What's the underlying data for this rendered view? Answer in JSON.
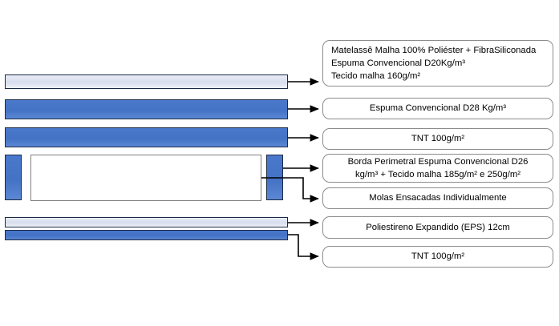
{
  "diagram": {
    "title": "Mattress Layer Composition Diagram",
    "colors": {
      "layer_blue": "#4472c4",
      "layer_light": "#dce1ef",
      "layer_white": "#ffffff",
      "layer_border": "#1b2a45",
      "label_border": "#8c8c8c",
      "connector": "#000000",
      "background": "#ffffff"
    }
  },
  "layers": [
    {
      "id": "quilt",
      "name": "quilt-top-layer",
      "fill": "light"
    },
    {
      "id": "foam_d28",
      "name": "foam-d28-layer",
      "fill": "blue"
    },
    {
      "id": "tnt_top",
      "name": "tnt-top-layer",
      "fill": "blue"
    },
    {
      "id": "border_left",
      "name": "perimeter-border-left",
      "fill": "blue"
    },
    {
      "id": "springs",
      "name": "pocket-springs-core",
      "fill": "white"
    },
    {
      "id": "border_right",
      "name": "perimeter-border-right",
      "fill": "blue"
    },
    {
      "id": "eps",
      "name": "eps-layer",
      "fill": "light"
    },
    {
      "id": "tnt_bottom",
      "name": "tnt-bottom-layer",
      "fill": "blue"
    }
  ],
  "labels": {
    "quilt": {
      "line1": "Matelassê Malha 100% Poliéster + FibraSiliconada",
      "line2": "Espuma Convencional D20Kg/m³",
      "line3": "Tecido malha 160g/m²"
    },
    "foam_d28": {
      "line1": "Espuma Convencional D28 Kg/m³"
    },
    "tnt_top": {
      "line1": "TNT 100g/m²"
    },
    "borda": {
      "line1": "Borda Perimetral Espuma Convencional D26",
      "line2": "kg/m³ + Tecido malha 185g/m² e 250g/m²"
    },
    "molas": {
      "line1": "Molas Ensacadas Individualmente"
    },
    "eps": {
      "line1": "Poliestireno Expandido (EPS) 12cm"
    },
    "tnt_bot": {
      "line1": "TNT 100g/m²"
    }
  }
}
